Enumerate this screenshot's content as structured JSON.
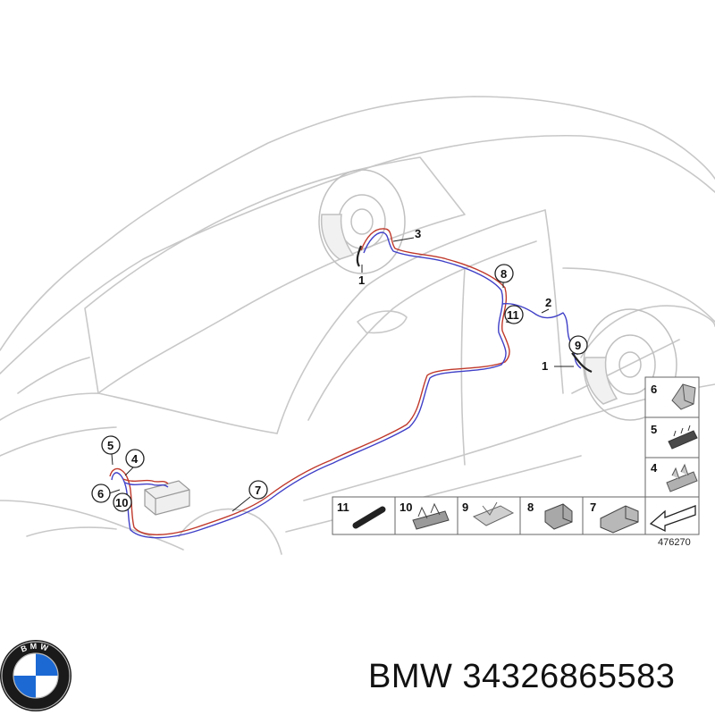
{
  "diagram": {
    "callouts": [
      "1",
      "3",
      "8",
      "2",
      "11",
      "9",
      "1",
      "5",
      "4",
      "6",
      "10",
      "7"
    ],
    "parts_row": [
      "11",
      "10",
      "9",
      "8",
      "7"
    ],
    "parts_column": [
      "6",
      "5",
      "4"
    ],
    "figure_number": "476270"
  },
  "logo": {
    "icon": "bmw-roundel-icon",
    "text": "BMW"
  },
  "caption": "BMW 34326865583",
  "colors": {
    "outline": "#c8c8c8",
    "wire_red": "#c0392b",
    "wire_blue": "#4040c8",
    "logo_blue": "#1c69d4"
  }
}
